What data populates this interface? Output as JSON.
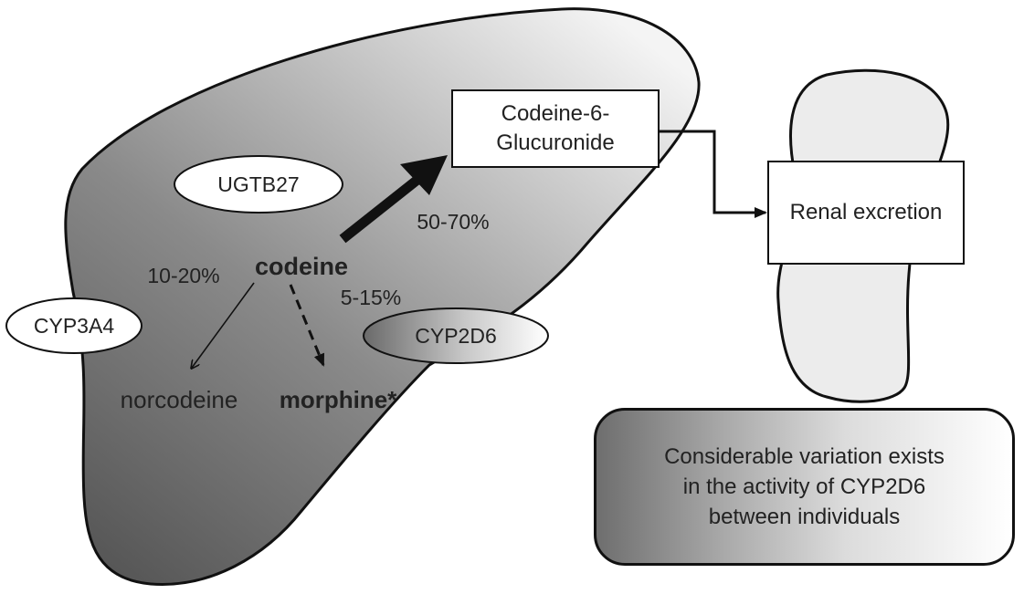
{
  "enzymes": {
    "ugtb27": "UGTB27",
    "cyp3a4": "CYP3A4",
    "cyp2d6": "CYP2D6"
  },
  "compounds": {
    "codeine": "codeine",
    "norcodeine": "norcodeine",
    "morphine": "morphine*",
    "glucuronide_line1": "Codeine-6-",
    "glucuronide_line2": "Glucuronide"
  },
  "percentages": {
    "glucuronidation": "50-70%",
    "n_demethylation": "10-20%",
    "o_demethylation": "5-15%"
  },
  "renal": {
    "label": "Renal excretion"
  },
  "note": {
    "line1": "Considerable variation exists",
    "line2": "in the activity of CYP2D6",
    "line3": "between individuals"
  },
  "colors": {
    "liver_dark": "#555555",
    "liver_light": "#f2f2f2",
    "kidney_fill": "#ececec",
    "outline": "#111111"
  }
}
